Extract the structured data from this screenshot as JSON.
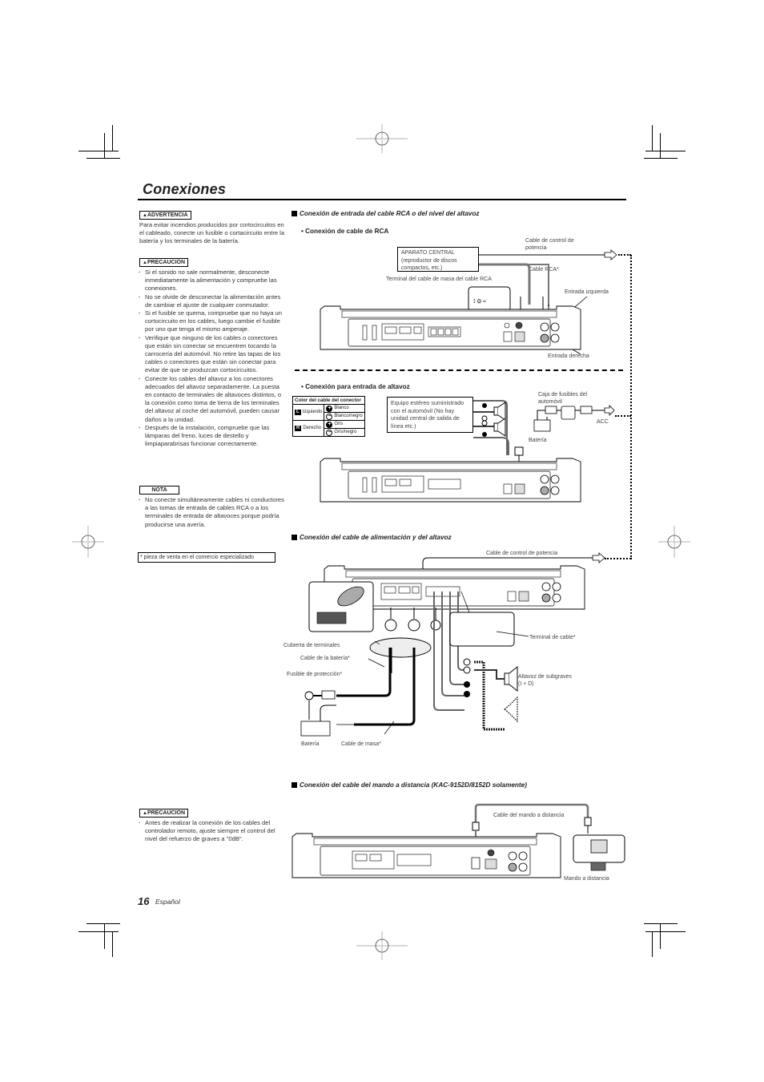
{
  "page": {
    "title": "Conexiones",
    "page_number": "16",
    "language": "Español"
  },
  "left_column": {
    "warning": {
      "label": "ADVERTENCIA",
      "icon": "warning-triangle-icon",
      "text": "Para evitar incendios producidos por cortocircuitos en el cableado, conecte un fusible o cortacircuito entre la batería y los terminales de la batería."
    },
    "caution": {
      "label": "PRECAUCIÓN",
      "icon": "warning-triangle-icon",
      "items": [
        "Si el sonido no sale normalmente, desconecte inmediatamente la alimentación y compruebe las conexiones.",
        "No se olvide de desconectar la alimentación antes de cambiar el ajuste de cualquier conmutador.",
        "Si el fusible se quema, compruebe que no haya un cortocircuito en los cables, luego cambie el fusible por uno que tenga el mismo amperaje.",
        "Verifique que ninguno de los cables o conectores que están sin conectar se encuentren tocando la carrocería del automóvil. No retire las tapas de los cables o conectores que están sin conectar para evitar de que se produzcan cortocircuitos.",
        "Conecte los cables del altavoz a los conectores adecuados del altavoz separadamente. La puesta en contacto de terminales de altavoces distintos, o la conexión como toma de tierra de los terminales del altavoz al coche del automóvil, pueden causar daños a la unidad.",
        "Después de la instalación, compruebe que las lámparas del freno, luces de destello y limpiaparabrisas funcionar correctamente."
      ]
    },
    "note": {
      "label": "NOTA",
      "items": [
        "No conecte simultáneamente cables ni conductores a las tomas de entrada de cables RCA o a los terminales de entrada de altavoces porque podría producirse una avería."
      ]
    },
    "footnote": "* pieza de venta en el comercio especializado",
    "caution2": {
      "label": "PRECAUCIÓN",
      "icon": "warning-triangle-icon",
      "items": [
        "Antes de realizar la conexión de los cables del controlador remoto, ajuste siempre el control del nivel del refuerzo de graves a \"0dB\"."
      ]
    }
  },
  "sections": {
    "rca_or_speaker": {
      "heading": "Conexión de entrada del cable RCA o del nivel del altavoz",
      "rca": {
        "subheading": "• Conexión de cable de RCA",
        "head_unit_box": "APARATO CENTRAL (reproductor de discos compactos, etc.)",
        "labels": {
          "power_control": "Cable de control de potencia",
          "rca_cable": "Cable RCA*",
          "ground_terminal": "Terminal del cable de masa del cable RCA",
          "left_input": "Entrada izquierda",
          "right_input": "Entrada derecha"
        }
      },
      "speaker": {
        "subheading": "• Conexión para entrada de altavoz",
        "table": {
          "header": "Color del cable del conector",
          "rows": [
            {
              "channel_chip": "L",
              "channel": "Izquierdo",
              "plus": "Blanco",
              "minus": "Blanco/negro"
            },
            {
              "channel_chip": "R",
              "channel": "Derecho",
              "plus": "Gris",
              "minus": "Gris/negro"
            }
          ]
        },
        "stereo_box": "Equipo estéreo suministrado con el automóvil (No hay unidad central de salida de línea etc.)",
        "labels": {
          "fuse_box": "Caja de fusibles del automóvil",
          "battery": "Batería",
          "acc": "ACC"
        }
      }
    },
    "power_speaker": {
      "heading": "Conexión del cable de alimentación y del altavoz",
      "labels": {
        "power_control": "Cable de control de potencia",
        "cable_terminal": "Terminal de cable*",
        "terminal_cover": "Cubierta de terminales",
        "battery_cable": "Cable de la batería*",
        "fuse": "Fusible de protección*",
        "subwoofer": "Altavoz de subgraves",
        "subwoofer_lr": "(I + D)",
        "battery": "Batería",
        "ground_cable": "Cable de masa*"
      }
    },
    "remote": {
      "heading": "Conexión del cable del mando a distancia (KAC-9152D/8152D solamente)",
      "labels": {
        "remote_cable": "Cable del mando a distancia",
        "remote": "Mando a distancia"
      }
    }
  }
}
